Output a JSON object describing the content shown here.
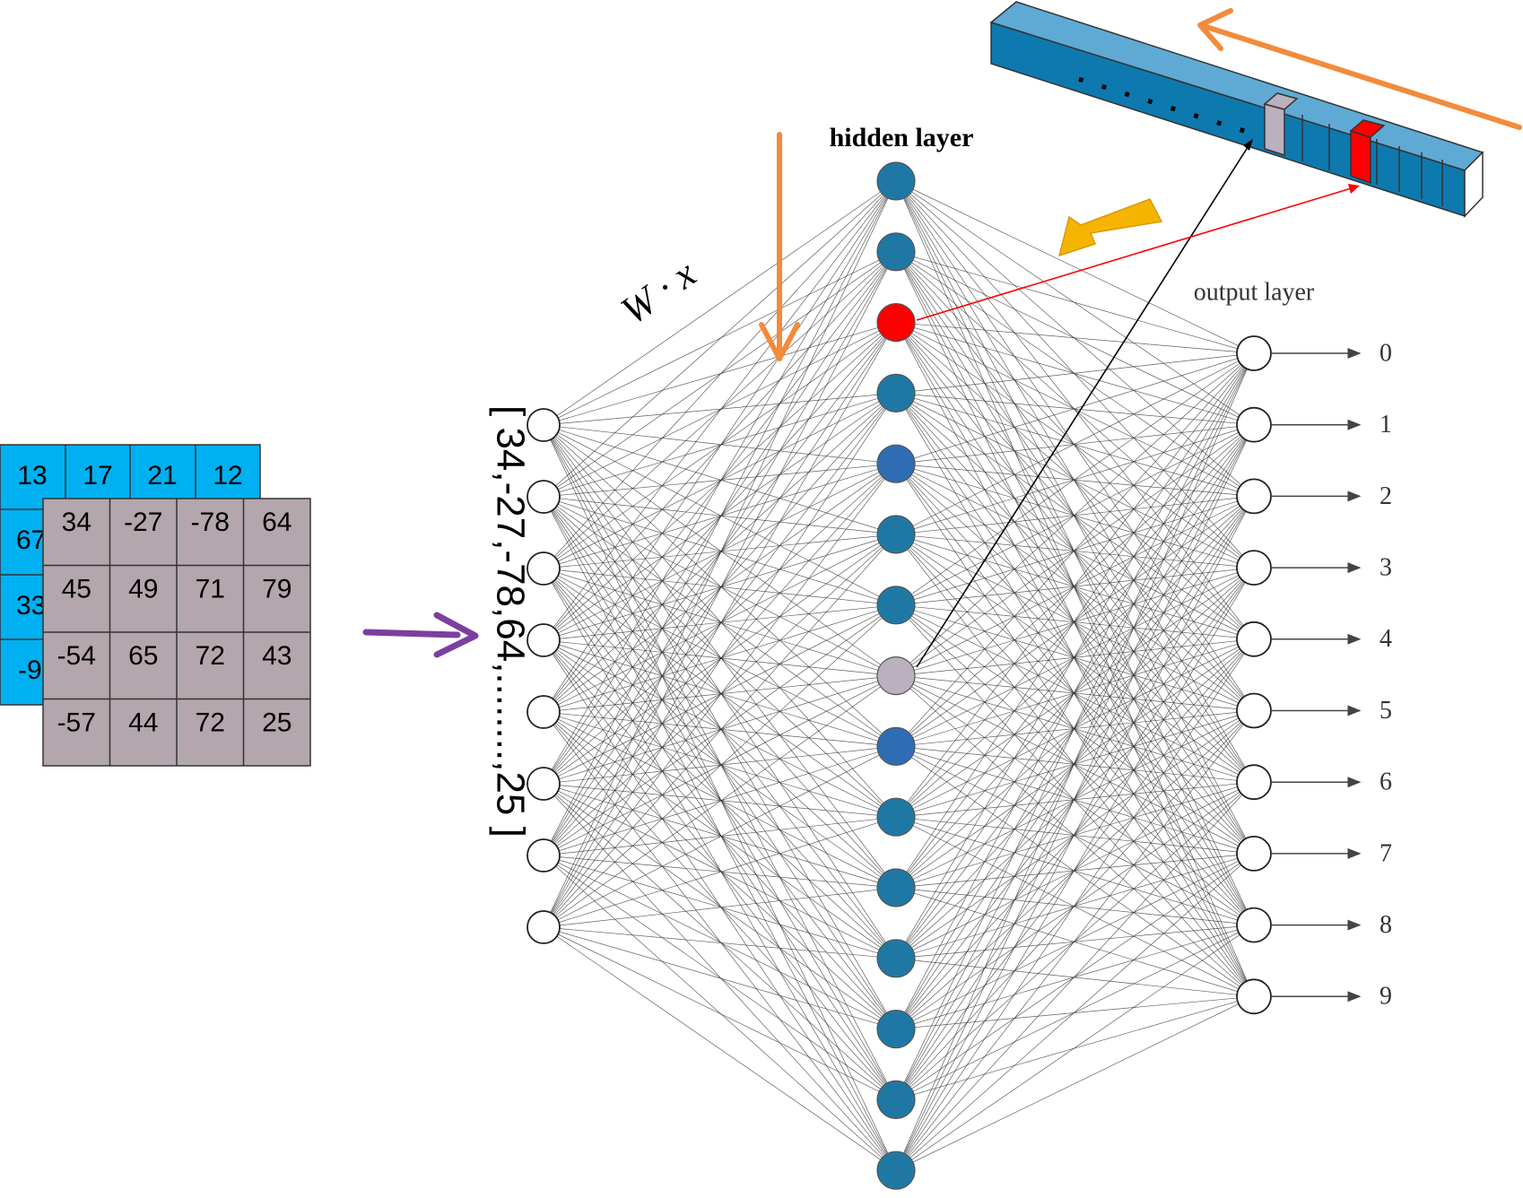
{
  "labels": {
    "hidden_layer": "hidden layer",
    "output_layer": "output layer",
    "formula": "W · x",
    "input_vector": "[ 34,-27,-78,64,........,25 ]",
    "bar_dots": ". . . . . . . ."
  },
  "back_matrix": {
    "top_row": [
      "13",
      "17",
      "21",
      "12"
    ],
    "left_col_partial": [
      "67",
      "33",
      "-9"
    ]
  },
  "front_matrix": {
    "rows": [
      [
        "34",
        "-27",
        "-78",
        "64"
      ],
      [
        "45",
        "49",
        "71",
        "79"
      ],
      [
        "-54",
        "65",
        "72",
        "43"
      ],
      [
        "-57",
        "44",
        "72",
        "25"
      ]
    ]
  },
  "network": {
    "input_node_count": 8,
    "hidden_node_count": 15,
    "highlighted_red_hidden_index": 2,
    "highlighted_gray_hidden_index": 7,
    "output_labels": [
      "0",
      "1",
      "2",
      "3",
      "4",
      "5",
      "6",
      "7",
      "8",
      "9"
    ]
  },
  "colors": {
    "matrix_back_fill": "#00B0F0",
    "matrix_front_fill": "#B3A6AD",
    "hidden_node": "#1F78A4",
    "hidden_node_alt": "#2E6DB3",
    "highlight_red": "#FF0000",
    "highlight_gray": "#BBB0BE",
    "orange_arrow": "#F28B3C",
    "yellow_arrow": "#F5B400",
    "purple_arrow": "#7B3FA0",
    "bar_fill": "#0E79AE"
  }
}
